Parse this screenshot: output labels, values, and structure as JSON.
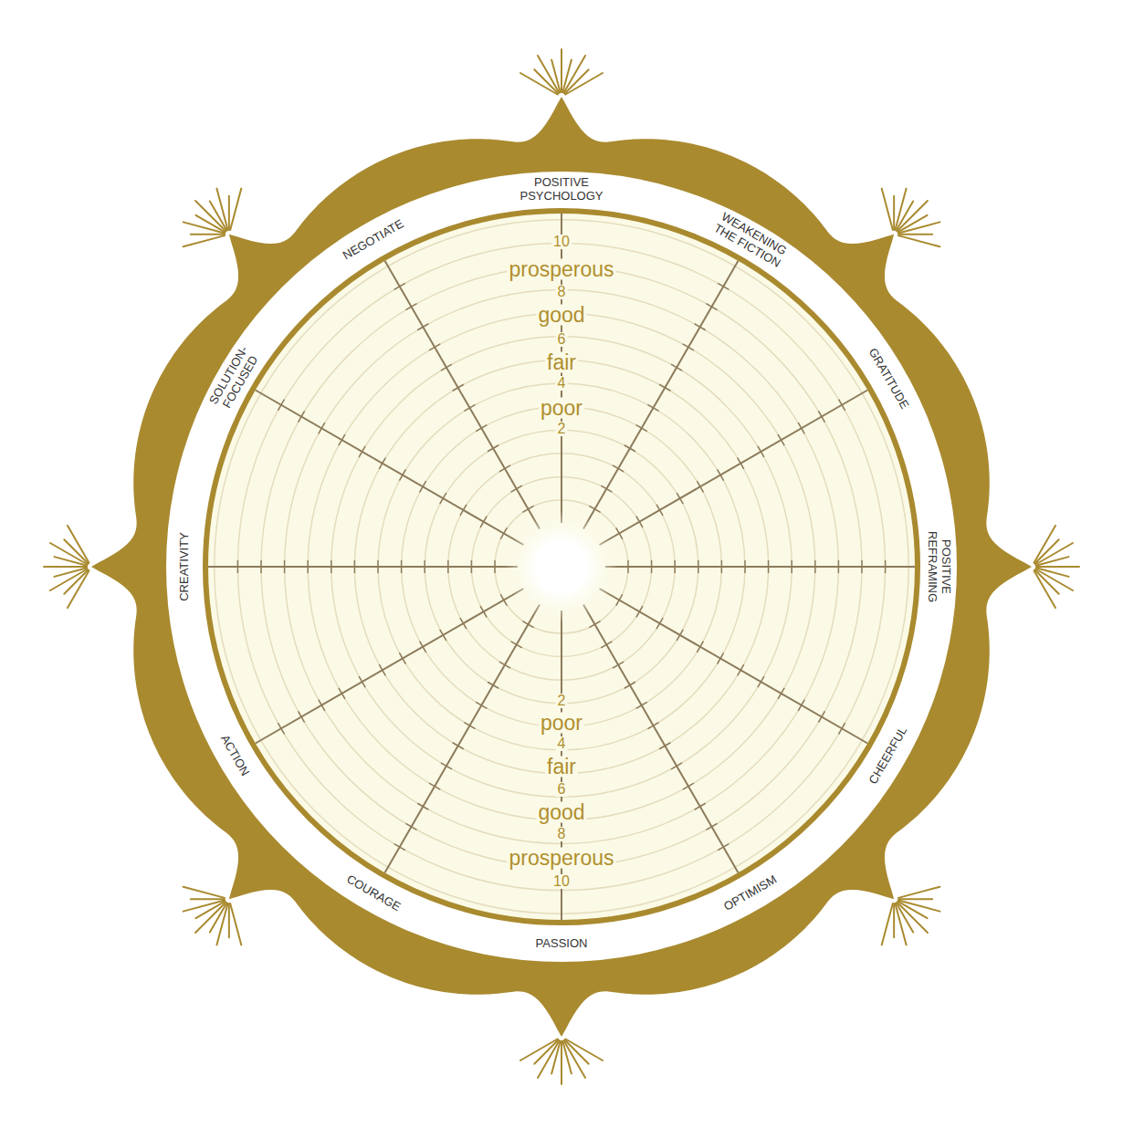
{
  "diagram": {
    "labels": [
      "POSITIVE PSYCHOLOGY",
      "WEAKENING THE FICTION",
      "GRATITUDE",
      "POSITIVE REFRAMING",
      "CHEERFUL",
      "OPTIMISM",
      "PASSION",
      "COURAGE",
      "ACTION",
      "CREATIVITY",
      "SOLUTION-FOCUSED",
      "NEGOTIATE",
      "10",
      "prosperous",
      "8",
      "good",
      "6",
      "fair",
      "4",
      "poor",
      "2",
      "2",
      "poor",
      "4",
      "fair",
      "6",
      "good",
      "8",
      "prosperous",
      "10"
    ]
  }
}
